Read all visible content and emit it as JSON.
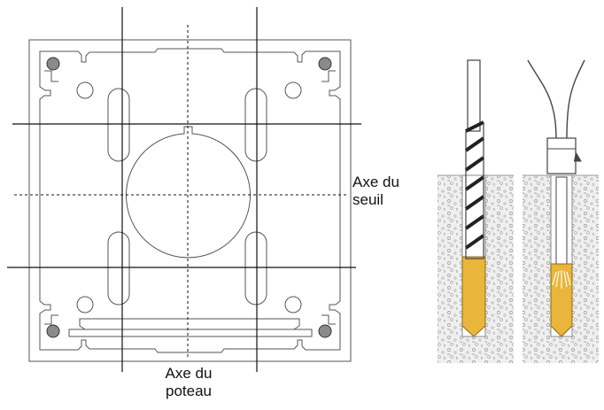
{
  "labels": {
    "seuil_line1": "Axe du",
    "seuil_line2": "seuil",
    "poteau_line1": "Axe du",
    "poteau_line2": "poteau"
  },
  "colors": {
    "outline": "#444444",
    "guide": "#111111",
    "concrete": "#c8c8c8",
    "resin": "#e9b53a",
    "bolt": "#8a8a8a"
  }
}
